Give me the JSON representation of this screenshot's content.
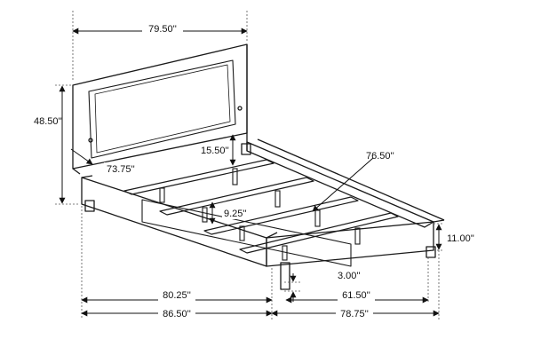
{
  "diagram": {
    "line_color": "#1a1a1a",
    "dimensions": {
      "overall_width": "79.50''",
      "headboard_height": "48.50''",
      "headboard_depth": "73.75''",
      "rail_height": "15.50''",
      "slat_gap": "9.25''",
      "side_rail_length": "76.50''",
      "footboard_height": "11.00''",
      "leg_height": "3.00''",
      "inner_length": "80.25''",
      "outer_length": "86.50''",
      "inner_width": "61.50''",
      "outer_width": "78.75''"
    }
  }
}
